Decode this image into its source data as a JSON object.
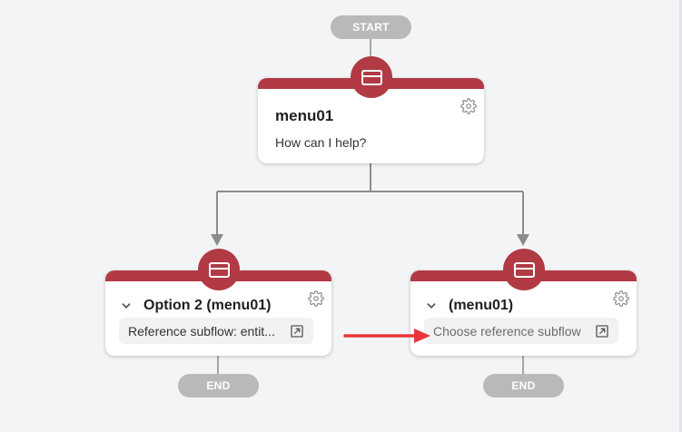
{
  "flow": {
    "start_label": "START",
    "end_label": "END",
    "accent_color": "#b13a44",
    "connector_color": "#8c8c8c",
    "annotation_color": "#e8373c"
  },
  "menu_node": {
    "title": "menu01",
    "prompt": "How can I help?",
    "icon": "card-icon",
    "settings_icon": "gear-icon"
  },
  "option_nodes": [
    {
      "title": "Option 2 (menu01)",
      "subflow_text": "Reference subflow: entit...",
      "chevron_icon": "chevron-down-icon",
      "open_icon": "open-external-icon"
    },
    {
      "title": "(menu01)",
      "subflow_text": "Choose reference subflow",
      "chevron_icon": "chevron-down-icon",
      "open_icon": "open-external-icon"
    }
  ]
}
